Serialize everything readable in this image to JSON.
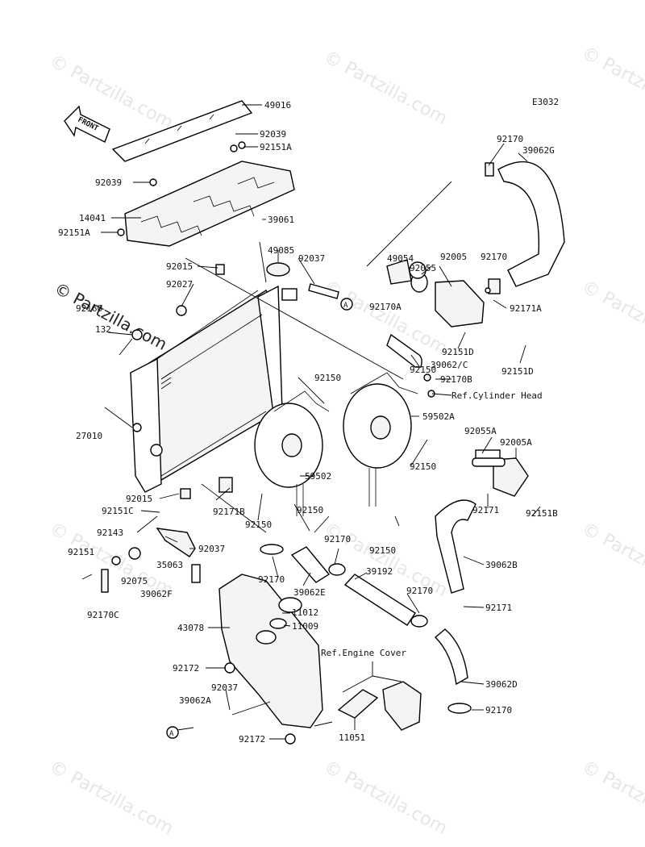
{
  "diagram_code": "E3032",
  "front_label": "FRONT",
  "copyright": "© Partzilla.com",
  "watermark": "© Partzilla.com",
  "callout_letter": "A",
  "refs": {
    "cylinder_head": "Ref.Cylinder Head",
    "engine_cover": "Ref.Engine Cover"
  },
  "parts": {
    "p49016": "49016",
    "p92039a": "92039",
    "p92151A_top": "92151A",
    "p92039b": "92039",
    "p14041": "14041",
    "p92151A_left": "92151A",
    "p39061": "39061",
    "p49085": "49085",
    "p92037_top": "92037",
    "p92015_top": "92015",
    "p92027": "92027",
    "p92160": "92160",
    "p132": "132",
    "p27010": "27010",
    "p92150_a": "92150",
    "p92150_b": "92150",
    "p92150_c": "92150",
    "p92150_d": "92150",
    "p92150_e": "92150",
    "p92150_f": "92150",
    "p59502": "59502",
    "p59502A": "59502A",
    "p92170_top": "92170",
    "p39062G": "39062G",
    "p49054": "49054",
    "p92055": "92055",
    "p92005": "92005",
    "p92170_mid": "92170",
    "p92171A": "92171A",
    "p92170A": "92170A",
    "p92151D_a": "92151D",
    "p39062C": "39062/C",
    "p92151D_b": "92151D",
    "p92170B": "92170B",
    "p92055A": "92055A",
    "p92005A": "92005A",
    "p92171_a": "92171",
    "p92151B": "92151B",
    "p39062B": "39062B",
    "p92171_b": "92171",
    "p92015_bot": "92015",
    "p92151C": "92151C",
    "p92171B": "92171B",
    "p92143": "92143",
    "p92151": "92151",
    "p35063": "35063",
    "p92037_mid": "92037",
    "p92075": "92075",
    "p39062F": "39062F",
    "p92170C": "92170C",
    "p92170_l": "92170",
    "p39062E": "39062E",
    "p92170_r": "92170",
    "p39192": "39192",
    "p92170_x": "92170",
    "p11012": "11012",
    "p11009": "11009",
    "p43078": "43078",
    "p92172_a": "92172",
    "p92037_bot": "92037",
    "p39062A": "39062A",
    "p11051": "11051",
    "p92172_b": "92172",
    "p39062D": "39062D",
    "p92170_bot": "92170"
  }
}
